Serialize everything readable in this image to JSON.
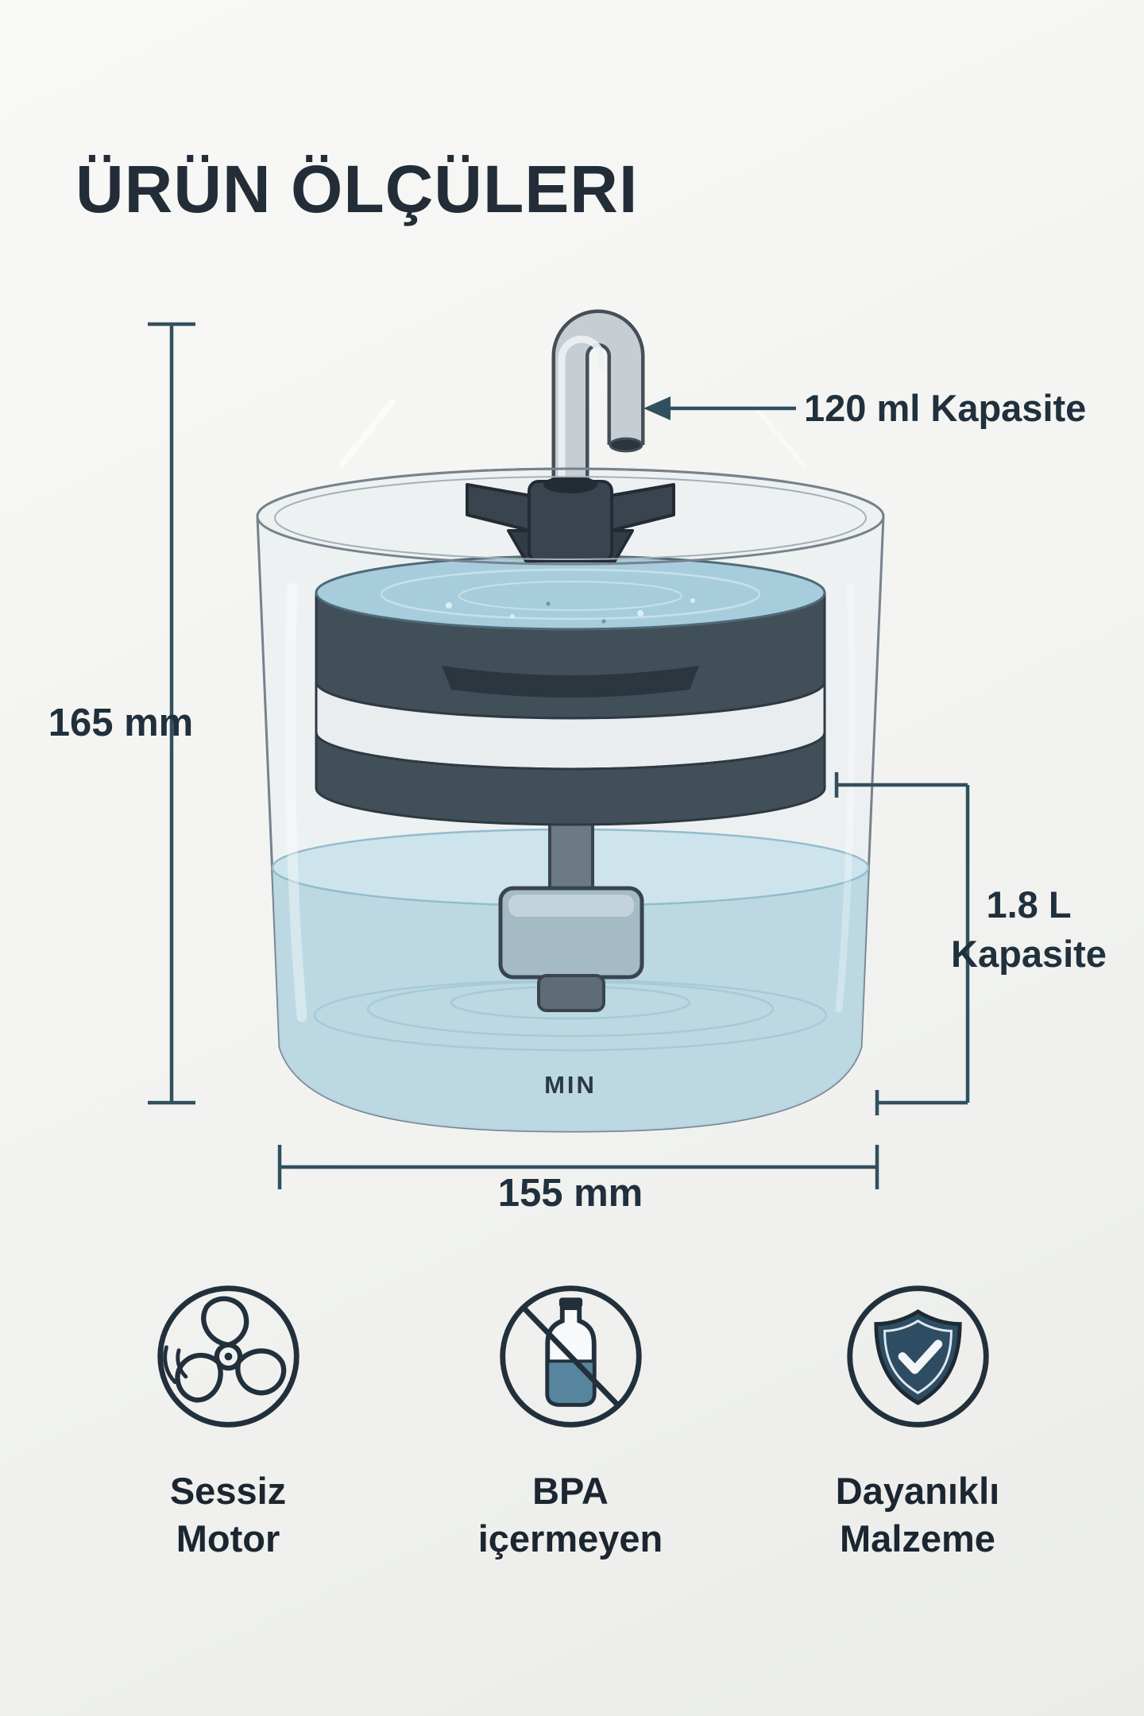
{
  "page": {
    "title": "ÜRÜN ÖLÇÜLERI"
  },
  "dimensions": {
    "height": "165 mm",
    "width": "155 mm",
    "min": "MIN",
    "spout_capacity": "120 ml Kapasite",
    "bowl_capacity_line1": "1.8 L",
    "bowl_capacity_line2": "Kapasite"
  },
  "features": [
    {
      "icon": "fan-icon",
      "line1": "Sessiz",
      "line2": "Motor"
    },
    {
      "icon": "no-bpa-bottle-icon",
      "line1": "BPA",
      "line2": "içermeyen"
    },
    {
      "icon": "shield-check-icon",
      "line1": "Dayanıklı",
      "line2": "Malzeme"
    }
  ],
  "colors": {
    "ink": "#222c36",
    "dimension_line": "#31505f",
    "water": "#b7d6e2",
    "filter_dark": "#414f59",
    "background": "#f3f3f1"
  }
}
